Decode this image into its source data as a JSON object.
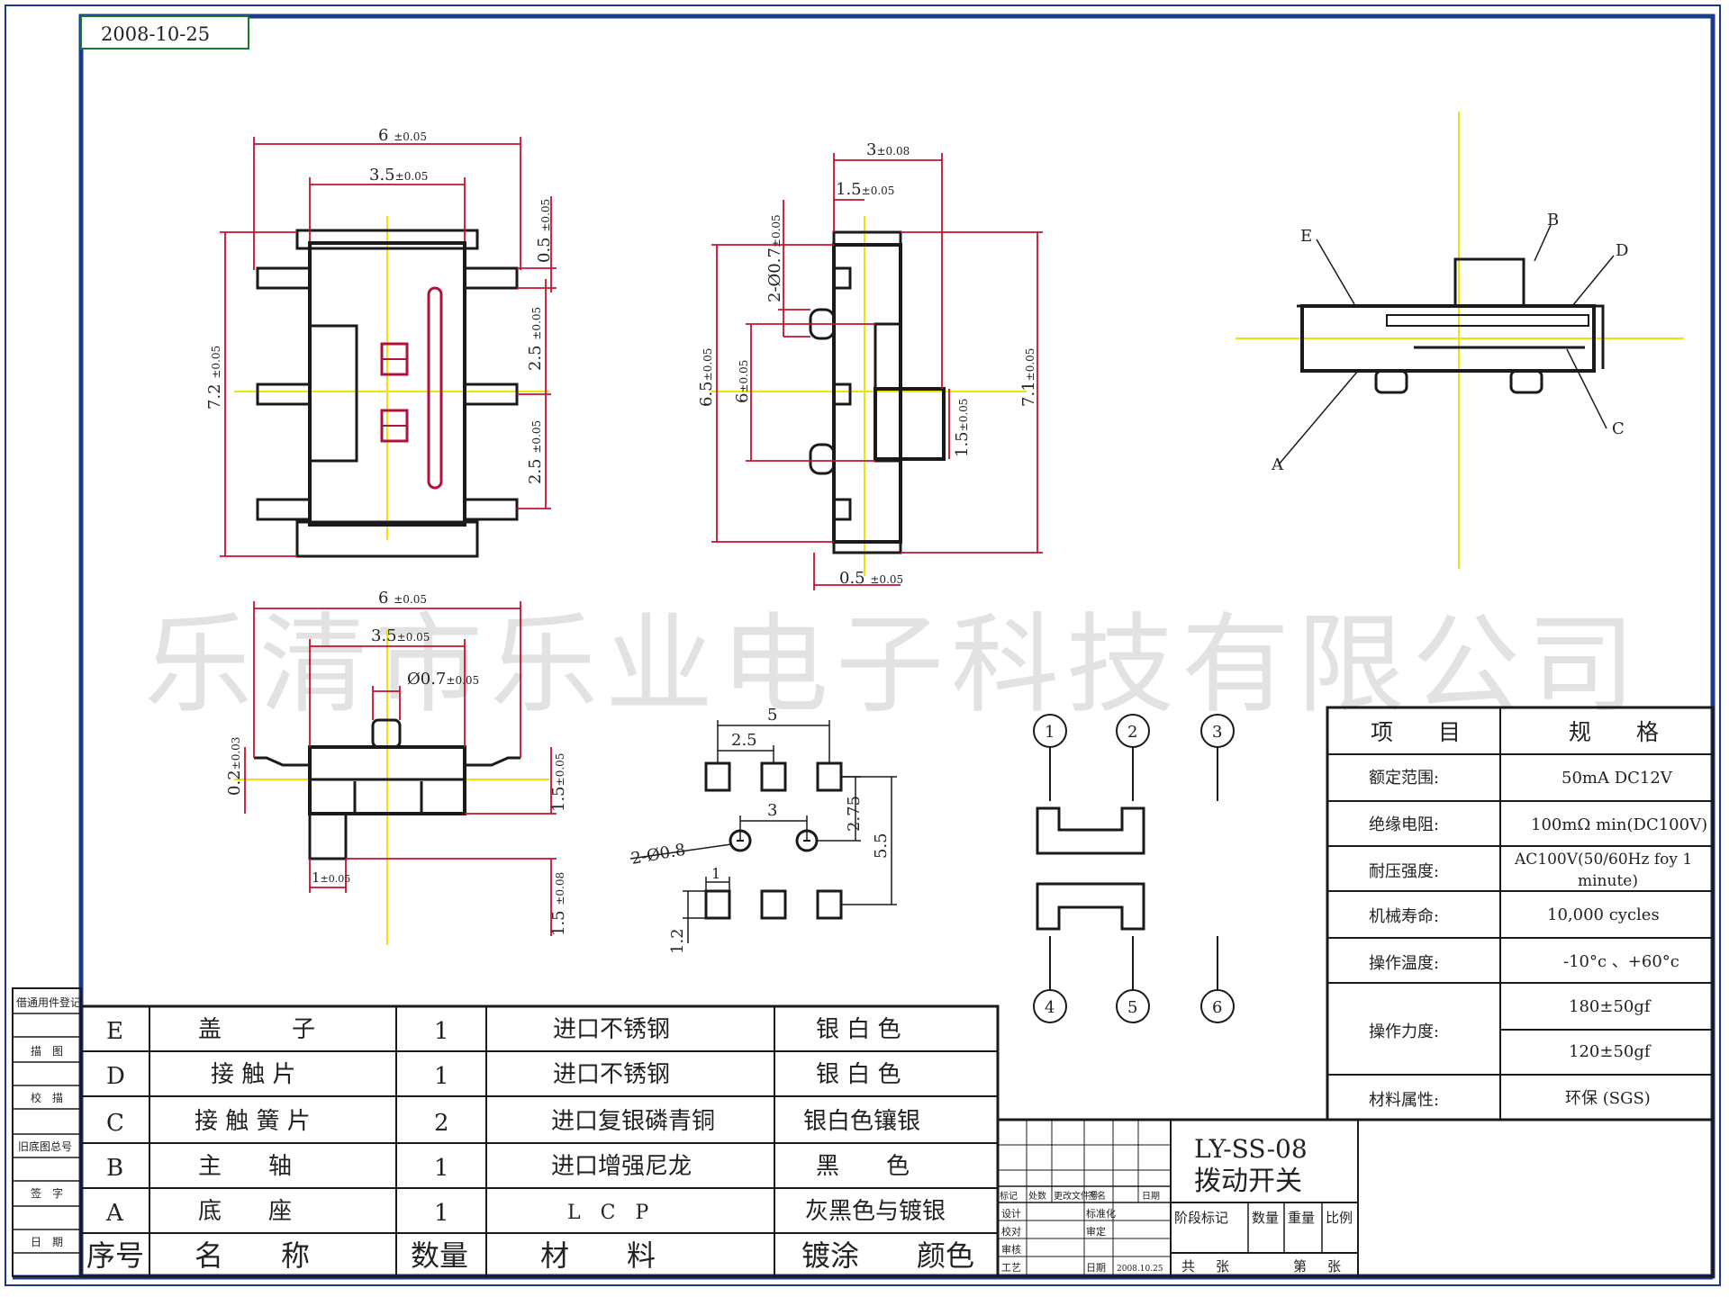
{
  "date_tag": "2008-10-25",
  "watermark": "乐清市乐业电子科技有限公司",
  "colors": {
    "dim": "#c8102e",
    "center": "#f2e200",
    "body": "#1a1a1a",
    "part": "#b0103a",
    "border": "#1a3a8c"
  },
  "dims": {
    "top_w": "6",
    "top_w_tol": "±0.05",
    "top_inner": "3.5",
    "top_inner_tol": "±0.05",
    "top_h": "7.2",
    "top_h_tol": "±0.05",
    "pin_w": "0.5",
    "pin_w_tol": "±0.05",
    "pitch1": "2.5",
    "pitch1_tol": "±0.05",
    "pitch2": "2.5",
    "pitch2_tol": "±0.05",
    "side_w": "3",
    "side_w_tol": "±0.08",
    "side_half": "1.5",
    "side_half_tol": "±0.05",
    "side_peg": "2-Ø0.7",
    "side_peg_tol": "±0.05",
    "side_h1": "6.5",
    "side_h1_tol": "±0.05",
    "side_h2": "6",
    "side_h2_tol": "±0.05",
    "side_h3": "7.1",
    "side_h3_tol": "±0.05",
    "side_knob": "1.5",
    "side_knob_tol": "±0.05",
    "side_bot": "0.5",
    "side_bot_tol": "±0.05",
    "front_w": "6",
    "front_w_tol": "±0.05",
    "front_inner": "3.5",
    "front_inner_tol": "±0.05",
    "front_peg": "Ø0.7",
    "front_peg_tol": "±0.05",
    "front_h1": "0.2",
    "front_h1_tol": "±0.03",
    "front_h2": "1.5",
    "front_h2_tol": "±0.05",
    "front_w1": "1",
    "front_w1_tol": "±0.05",
    "front_h3": "1.5",
    "front_h3_tol": "±0.08",
    "pcb_5": "5",
    "pcb_25": "2.5",
    "pcb_3": "3",
    "pcb_275": "2.75",
    "pcb_55": "5.5",
    "pcb_holes": "2-Ø0.8",
    "pcb_1": "1",
    "pcb_12": "1.2"
  },
  "callouts": [
    "A",
    "B",
    "C",
    "D",
    "E"
  ],
  "pins": [
    "1",
    "2",
    "3",
    "4",
    "5",
    "6"
  ],
  "spec_table": {
    "header": [
      "项　　目",
      "规　　格"
    ],
    "rows": [
      [
        "额定范围:",
        "50mA DC12V"
      ],
      [
        "绝缘电阻:",
        "100mΩ min(DC100V)"
      ],
      [
        "耐压强度:",
        "AC100V(50/60Hz foy 1",
        "minute)"
      ],
      [
        "机械寿命:",
        "10,000 cycles"
      ],
      [
        "操作温度:",
        "-10°c 、+60°c"
      ],
      [
        "操作力度:",
        "180±50gf",
        "120±50gf"
      ],
      [
        "材料属性:",
        "环保 (SGS)"
      ]
    ]
  },
  "bom_table": {
    "header": [
      "序号",
      "名　　称",
      "数量",
      "材　　料",
      "镀涂　　颜色"
    ],
    "rows": [
      [
        "E",
        "盖　　　子",
        "1",
        "进口不锈钢",
        "银 白 色"
      ],
      [
        "D",
        "接 触 片",
        "1",
        "进口不锈钢",
        "银 白 色"
      ],
      [
        "C",
        "接 触 簧 片",
        "2",
        "进口复银磷青铜",
        "银白色镶银"
      ],
      [
        "B",
        "主　　轴",
        "1",
        "进口增强尼龙",
        "黑　　色"
      ],
      [
        "A",
        "底　　座",
        "1",
        "L　C　P",
        "灰黑色与镀银"
      ]
    ]
  },
  "left_strip": [
    "借通用件登记",
    "描　图",
    "校　描",
    "旧底图总号",
    "签　字",
    "日　期"
  ],
  "title_block": {
    "model": "LY-SS-08",
    "name": "拨动开关",
    "heads": [
      "标记",
      "处数",
      "更改文件号",
      "签名",
      "日期"
    ],
    "rows": [
      "设计",
      "校对",
      "审核",
      "工艺"
    ],
    "std": "标准化",
    "review": "审定",
    "date_label": "日期",
    "date_val": "2008.10.25",
    "stage_cols": [
      "阶段标记",
      "数量",
      "重量",
      "比例"
    ],
    "sheets": [
      "共",
      "张",
      "第",
      "张"
    ]
  }
}
